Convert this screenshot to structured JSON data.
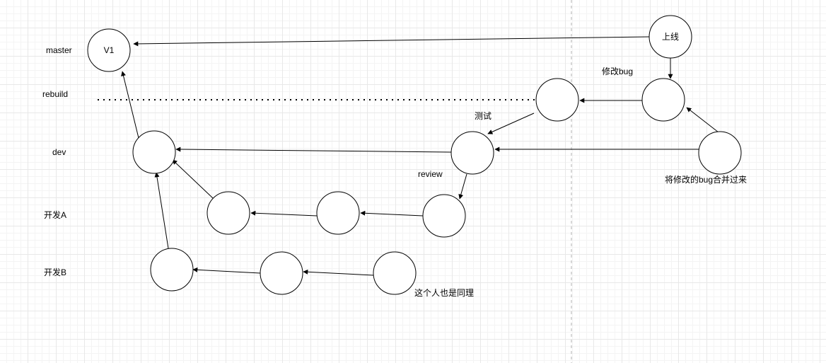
{
  "lanes": {
    "master": "master",
    "rebuild": "rebuild",
    "dev": "dev",
    "dev_a": "开发A",
    "dev_b": "开发B"
  },
  "nodes": {
    "v1": "V1",
    "release": "上线"
  },
  "annotations": {
    "fix_bug": "修改bug",
    "test": "测试",
    "review": "review",
    "merge_fix": "将修改的bug合并过来",
    "same_for_b": "这个人也是同理"
  }
}
